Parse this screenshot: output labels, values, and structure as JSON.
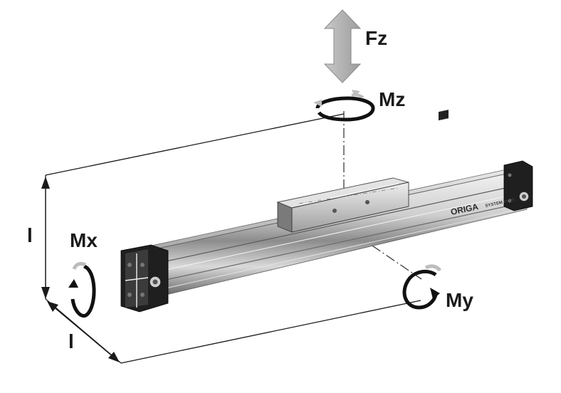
{
  "labels": {
    "fz": "Fz",
    "mz": "Mz",
    "mx": "Mx",
    "my": "My",
    "l_vertical": "l",
    "l_horizontal": "l"
  },
  "product": {
    "brand": "ORIGA",
    "series": "SYSTEM PLUS"
  },
  "colors": {
    "line": "#1a1a1a",
    "force_arrow": "#b4b4b4",
    "rotation_light": "#b8b8b8",
    "rail_light": "#e6e6e6",
    "rail_mid": "#9a9a9a",
    "rail_dark": "#3a3a3a"
  },
  "icons": {
    "fz": "double-headed-arrow-icon",
    "mz": "rotation-arrow-icon",
    "mx": "rotation-arrow-icon",
    "my": "rotation-arrow-icon"
  }
}
